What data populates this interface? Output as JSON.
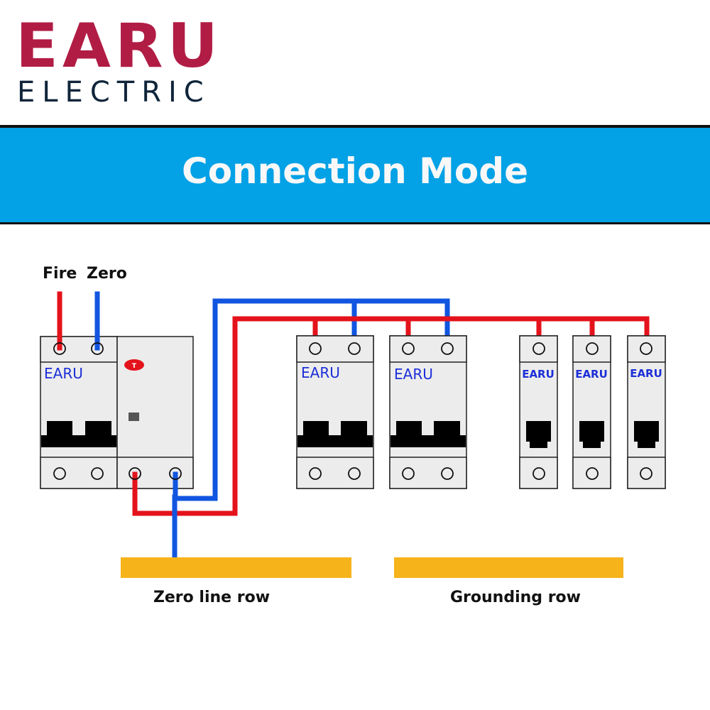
{
  "logo": {
    "brand": "EARU",
    "subtitle": "ELECTRIC"
  },
  "banner": {
    "title": "Connection Mode"
  },
  "colors": {
    "brand_red": "#b11c45",
    "banner_blue": "#03a1e6",
    "fire_wire": "#e4121b",
    "zero_wire": "#1155e0",
    "busbar": "#f6b31a",
    "module_label": "#1c2fd8"
  },
  "diagram": {
    "inputs": {
      "fire_label": "Fire",
      "zero_label": "Zero"
    },
    "main_breaker": {
      "label": "EARU",
      "test_button": "T"
    },
    "breakers": [
      {
        "label": "EARU",
        "poles": 2
      },
      {
        "label": "EARU",
        "poles": 2
      },
      {
        "label": "EARU",
        "poles": 1
      },
      {
        "label": "EARU",
        "poles": 1
      },
      {
        "label": "EARU",
        "poles": 1
      }
    ],
    "rows": {
      "zero_line": "Zero line row",
      "grounding": "Grounding row"
    }
  }
}
